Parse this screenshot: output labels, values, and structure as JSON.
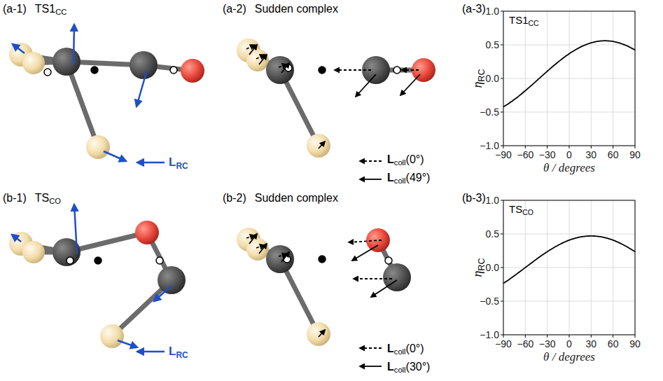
{
  "diagram": {
    "labels": [
      "(a-1)",
      "TS1",
      "CC",
      "(a-2)",
      "Sudden complex",
      "(a-3)",
      "L",
      "RC",
      "L",
      "coll",
      "(0°)",
      "L",
      "coll",
      "(49°)",
      "TS1",
      "CC",
      "η",
      "RC",
      "1.0",
      "0.5",
      "0.0",
      "−0.5",
      "−1.0",
      "−90",
      "−60",
      "−30",
      "0",
      "30",
      "60",
      "90",
      "θ / degrees",
      "(b-1)",
      "TS",
      "CO",
      "(b-2)",
      "Sudden complex",
      "(b-3)",
      "L",
      "RC",
      "L",
      "coll",
      "(0°)",
      "L",
      "coll",
      "(30°)",
      "TS",
      "CO",
      "η",
      "RC",
      "1.0",
      "0.5",
      "0.0",
      "−0.5",
      "−1.0",
      "−90",
      "−60",
      "−30",
      "0",
      "30",
      "60",
      "90",
      "θ / degrees"
    ]
  }
}
